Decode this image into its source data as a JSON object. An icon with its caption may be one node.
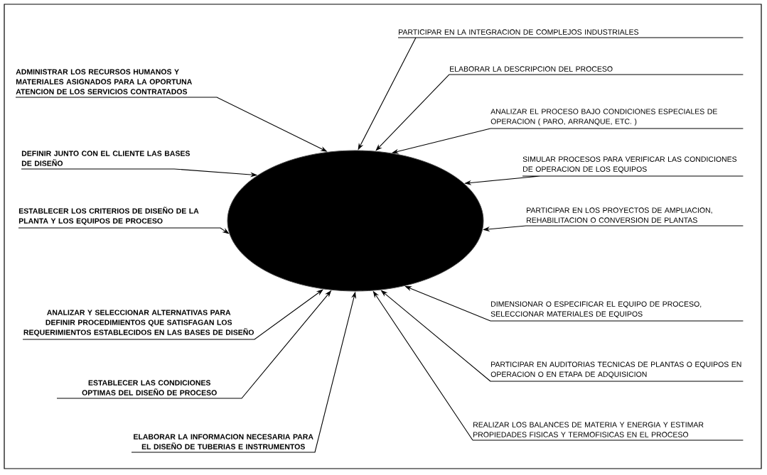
{
  "diagram": {
    "nodes": [
      {
        "text": [],
        "shape": "ellipse"
      },
      {
        "text": [
          "ADMINISTRAR LOS RECURSOS HUMANOS Y MATERIALES ASIGNADOS PARA LA OPORTUNA ATENCION DE LOS SERVICIOS CONTRATADOS"
        ]
      },
      {
        "text": [
          "DEFINIR JUNTO CON EL CLIENTE LAS BASES DE DISEÑO"
        ]
      },
      {
        "text": [
          "ESTABLECER LOS CRITERIOS DE DISEÑO DE LA PLANTA Y LOS EQUIPOS DE PROCESO"
        ]
      },
      {
        "text": [
          "ANALIZAR Y SELECCIONAR ALTERNATIVAS PARA DEFINIR PROCEDIMIENTOS QUE SATISFAGAN LOS REQUERIMIENTOS ESTABLECIDOS EN LAS BASES DE DISEÑO"
        ]
      },
      {
        "text": [
          "ESTABLECER LAS CONDICIONES OPTIMAS DEL DISEÑO DE PROCESO"
        ]
      },
      {
        "text": [
          "ELABORAR LA INFORMACION NECESARIA PARA EL DISEÑO DE TUBERIAS E INSTRUMENTOS"
        ]
      },
      {
        "text": [
          "PARTICIPAR EN LA INTEGRACION DE COMPLEJOS INDUSTRIALES"
        ]
      },
      {
        "text": [
          "ELABORAR LA DESCRIPCION DEL PROCESO"
        ]
      },
      {
        "text": [
          "ANALIZAR EL PROCESO BAJO CONDICIONES ESPECIALES DE OPERACION ( PARO, ARRANQUE, ETC. )"
        ]
      },
      {
        "text": [
          "SIMULAR PROCESOS PARA VERIFICAR LAS CONDICIONES DE OPERACION DE LOS EQUIPOS"
        ]
      },
      {
        "text": [
          "PARTICIPAR EN LOS PROYECTOS DE AMPLIACION, REHABILITACION O CONVERSION DE PLANTAS"
        ]
      },
      {
        "text": [
          "DIMENSIONAR O ESPECIFICAR EL EQUIPO DE PROCESO, SELECCIONAR MATERIALES DE EQUIPOS"
        ]
      },
      {
        "text": [
          "PARTICIPAR EN AUDITORIAS TECNICAS DE PLANTAS O EQUIPOS EN OPERACION O EN ETAPA DE ADQUISICION"
        ]
      },
      {
        "text": [
          "REALIZAR LOS BALANCES DE MATERIA Y ENERGIA Y ESTIMAR PROPIEDADES FISICAS Y TERMOFISICAS EN EL PROCESO"
        ]
      }
    ],
    "edges": [
      {
        "from": 1,
        "to": 0,
        "arrow": "to"
      },
      {
        "from": 2,
        "to": 0,
        "arrow": "to"
      },
      {
        "from": 3,
        "to": 0,
        "arrow": "to"
      },
      {
        "from": 4,
        "to": 0,
        "arrow": "to"
      },
      {
        "from": 5,
        "to": 0,
        "arrow": "to"
      },
      {
        "from": 6,
        "to": 0,
        "arrow": "to"
      },
      {
        "from": 7,
        "to": 0,
        "arrow": "to"
      },
      {
        "from": 8,
        "to": 0,
        "arrow": "to"
      },
      {
        "from": 9,
        "to": 0,
        "arrow": "to"
      },
      {
        "from": 10,
        "to": 0,
        "arrow": "to"
      },
      {
        "from": 11,
        "to": 0,
        "arrow": "to"
      },
      {
        "from": 12,
        "to": 0,
        "arrow": "to"
      },
      {
        "from": 13,
        "to": 0,
        "arrow": "to"
      },
      {
        "from": 14,
        "to": 0,
        "arrow": "to"
      }
    ]
  }
}
